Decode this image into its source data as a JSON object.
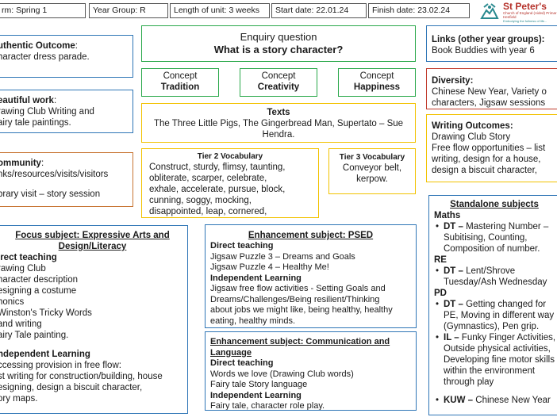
{
  "header": {
    "term": "rm: Spring 1",
    "year_group": "Year Group: R",
    "length": "Length of unit:  3 weeks",
    "start": "Start date: 22.01.24",
    "finish": "Finish date: 23.02.24",
    "logo_name": "St Peter's",
    "logo_sub1": "Church of England (Aided) Primar",
    "logo_sub2": "Henfield",
    "logo_sub3": "Embodying the fullness of life..."
  },
  "authentic": {
    "label": "uthentic Outcome",
    "colon": ":",
    "text": "haracter dress parade."
  },
  "beautiful": {
    "label": "eautiful work",
    "colon": ":",
    "line1": "rawing Club Writing and",
    "line2": "airy tale paintings."
  },
  "community": {
    "label": "ommunity",
    "colon": ":",
    "line1": "nks/resources/visits/visitors",
    "line2": "brary visit – story session"
  },
  "enquiry": {
    "line1": "Enquiry question",
    "line2": "What is a story character?"
  },
  "concepts": [
    {
      "top": "Concept",
      "name": "Tradition"
    },
    {
      "top": "Concept",
      "name": "Creativity"
    },
    {
      "top": "Concept",
      "name": "Happiness"
    }
  ],
  "texts": {
    "title": "Texts",
    "line1": "The Three Little Pigs, The Gingerbread Man, Supertato – Sue",
    "line2": "Hendra."
  },
  "tier2": {
    "title": "Tier 2 Vocabulary",
    "lines": [
      "Construct, sturdy, flimsy, taunting,",
      "obliterate, scarper, celebrate,",
      "exhale, accelerate, pursue, block,",
      "cunning, soggy, mocking,",
      "disappointed, leap, cornered,"
    ]
  },
  "tier3": {
    "title": "Tier 3 Vocabulary",
    "line1": "Conveyor belt,",
    "line2": "kerpow."
  },
  "links": {
    "title": "Links (other year groups):",
    "text": "Book Buddies with year 6"
  },
  "diversity": {
    "title": "Diversity:",
    "line1": "Chinese New Year, Variety o",
    "line2": "characters, Jigsaw sessions"
  },
  "writing": {
    "title": "Writing Outcomes:",
    "lines": [
      "Drawing Club Story",
      "Free flow opportunities – list",
      "writing, design for a house,",
      "design a biscuit character,"
    ]
  },
  "focus": {
    "title1": "Focus subject: Expressive Arts and",
    "title2": "Design/Literacy",
    "direct_title": "irect teaching",
    "direct_items": [
      "rawing Club",
      "haracter description",
      "esigning a costume",
      "honics",
      "Winston's Tricky Words",
      "and writing",
      "airy Tale painting."
    ],
    "indep_title": "ndependent Learning",
    "indep_items": [
      "ccessing provision in free flow:",
      "st writing for construction/building, house",
      "esigning, design a biscuit character,",
      "ory maps."
    ]
  },
  "psed": {
    "title": "Enhancement  subject: PSED",
    "direct_title": "Direct teaching",
    "direct_items": [
      "Jigsaw Puzzle 3 – Dreams and Goals",
      "Jigsaw Puzzle 4 – Healthy Me!"
    ],
    "indep_title": "Independent Learning",
    "indep_lines": [
      "Jigsaw free flow activities - Setting Goals and",
      "Dreams/Challenges/Being resilient/Thinking",
      "about jobs we might like, being healthy, healthy",
      "eating, healthy minds."
    ]
  },
  "comm": {
    "title1": "Enhancement subject: Communication and",
    "title2": "Language",
    "direct_title": "Direct teaching",
    "direct_items": [
      "Words we love (Drawing Club words)",
      "Fairy tale Story language"
    ],
    "indep_title": "Independent Learning",
    "indep_items": [
      "Fairy tale, character role play."
    ]
  },
  "standalone": {
    "title": "Standalone  subjects",
    "maths_h": "Maths",
    "maths_abbr": "DT –",
    "maths_lines": [
      " Mastering Number –",
      "Subitising, Counting,",
      "Composition of number."
    ],
    "re_h": "RE",
    "re_abbr": "DT –",
    "re_lines": [
      " Lent/Shrove",
      "Tuesday/Ash Wednesday"
    ],
    "pd_h": "PD",
    "pd1_abbr": "DT –",
    "pd1_lines": [
      " Getting changed for",
      "PE, Moving in different way",
      "(Gymnastics), Pen grip."
    ],
    "pd2_abbr": "IL –",
    "pd2_lines": [
      " Funky Finger Activities,",
      "Outside physical activities,",
      "Developing fine motor skills",
      "within the environment",
      "through play"
    ],
    "kuw_abbr": "KUW –",
    "kuw_text": " Chinese New Year"
  },
  "colors": {
    "blue": "#2e75b6",
    "green": "#2aa84a",
    "yellow": "#f2c200",
    "red": "#c0392b",
    "orange": "#c87533",
    "logo_teal": "#2a8a8f",
    "logo_red": "#b5312a"
  }
}
